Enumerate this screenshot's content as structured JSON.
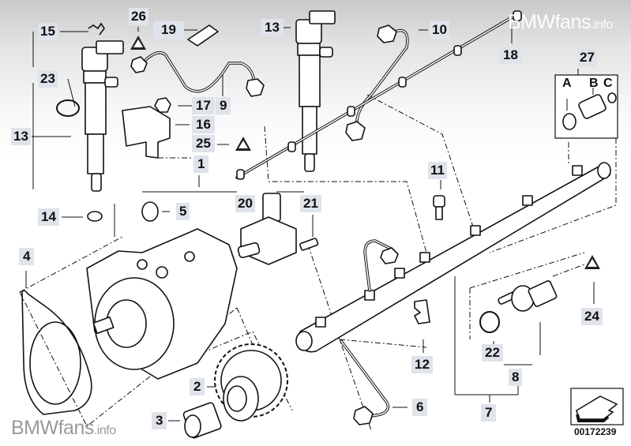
{
  "diagram": {
    "title": "Common rail high-pressure fuel system parts diagram",
    "watermark_top": {
      "main": "BMWfans",
      "suffix": ".info"
    },
    "watermark_bottom": {
      "main": "BMWfans",
      "suffix": ".info"
    },
    "catalog_number": "00172239",
    "callouts": [
      {
        "id": "15",
        "part": "clip"
      },
      {
        "id": "26",
        "part": "warning-triangle"
      },
      {
        "id": "19",
        "part": "retainer"
      },
      {
        "id": "13",
        "part": "injector-left"
      },
      {
        "id": "13b",
        "label": "13",
        "part": "injector-right"
      },
      {
        "id": "10",
        "part": "injection-line"
      },
      {
        "id": "18",
        "part": "return-line"
      },
      {
        "id": "27",
        "part": "repair-kit"
      },
      {
        "id": "23",
        "part": "o-ring"
      },
      {
        "id": "17",
        "part": "nut"
      },
      {
        "id": "9",
        "part": "injection-line"
      },
      {
        "id": "16",
        "part": "clamp-bracket"
      },
      {
        "id": "25",
        "part": "warning-triangle"
      },
      {
        "id": "1",
        "part": "high-pressure-pump"
      },
      {
        "id": "11",
        "part": "bolt"
      },
      {
        "id": "14",
        "part": "seal-washer"
      },
      {
        "id": "5",
        "part": "grommet"
      },
      {
        "id": "20",
        "part": "pressure-valve"
      },
      {
        "id": "21",
        "part": "bolt"
      },
      {
        "id": "4",
        "part": "gasket"
      },
      {
        "id": "24",
        "part": "warning-triangle"
      },
      {
        "id": "12",
        "part": "clip"
      },
      {
        "id": "22",
        "part": "o-ring"
      },
      {
        "id": "8",
        "part": "pressure-sensor"
      },
      {
        "id": "2",
        "part": "sprocket"
      },
      {
        "id": "6",
        "part": "fuel-line"
      },
      {
        "id": "7",
        "part": "rail"
      },
      {
        "id": "3",
        "part": "nut"
      }
    ],
    "kit_letters": [
      "A",
      "B",
      "C"
    ]
  }
}
